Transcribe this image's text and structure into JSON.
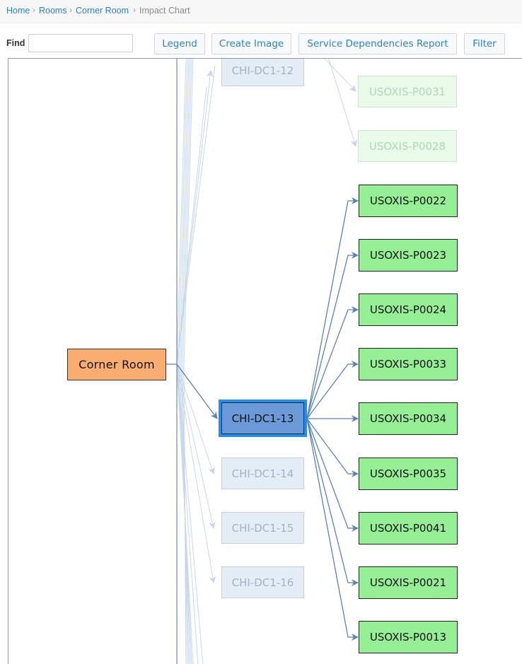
{
  "breadcrumb": {
    "home": "Home",
    "rooms": "Rooms",
    "room": "Corner Room",
    "current": "Impact Chart",
    "separator": "›"
  },
  "toolbar": {
    "find_label": "Find",
    "find_value": "",
    "legend": "Legend",
    "create_image": "Create Image",
    "report": "Service Dependencies Report",
    "filter": "Filter"
  },
  "chart": {
    "root": "Corner Room",
    "servers": {
      "dc1_12": "CHI-DC1-12",
      "dc1_13": "CHI-DC1-13",
      "dc1_14": "CHI-DC1-14",
      "dc1_15": "CHI-DC1-15",
      "dc1_16": "CHI-DC1-16"
    },
    "selected_server": "CHI-DC1-13",
    "services_faded": [
      "USOXIS-P0031",
      "USOXIS-P0028"
    ],
    "services": [
      "USOXIS-P0022",
      "USOXIS-P0023",
      "USOXIS-P0024",
      "USOXIS-P0033",
      "USOXIS-P0034",
      "USOXIS-P0035",
      "USOXIS-P0041",
      "USOXIS-P0021",
      "USOXIS-P0013"
    ],
    "colors": {
      "root": "#fcae72",
      "server_selected": "#6a9bd8",
      "selection_ring": "#1e8ff0",
      "service": "#95ef95",
      "edge": "#5b82b3",
      "edge_faded": "#c7d6ea"
    }
  }
}
